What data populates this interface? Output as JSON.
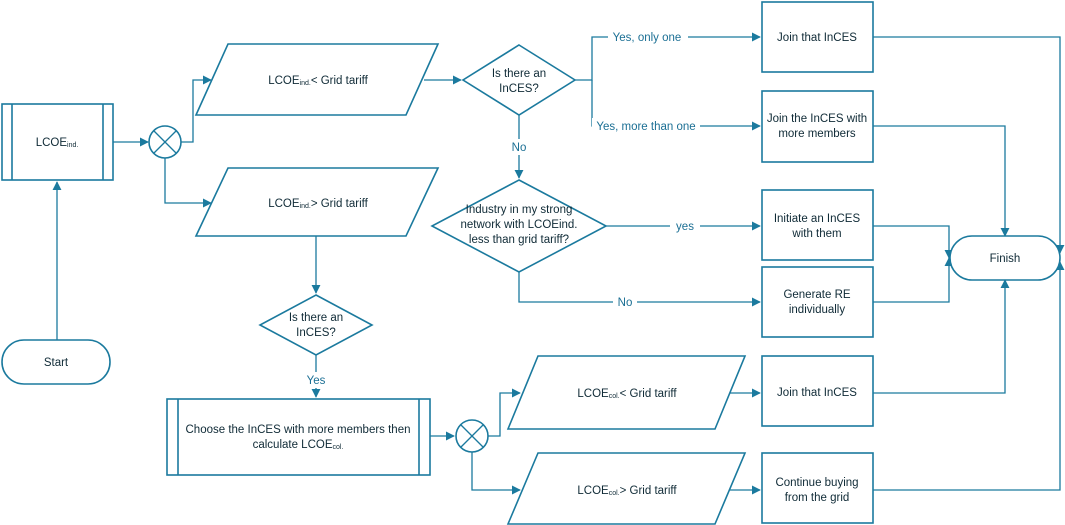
{
  "nodes": {
    "lcoe_ind": {
      "main": "LCOE",
      "sub": "ind."
    },
    "lt_grid": {
      "main": "LCOE",
      "sub": "ind.",
      "rest": "< Grid tariff"
    },
    "gt_grid": {
      "main": "LCOE",
      "sub": "ind.",
      "rest": "> Grid tariff"
    },
    "start": {
      "label": "Start"
    },
    "q_incs_top": {
      "line1": "Is there an",
      "line2": "InCES?"
    },
    "q_industry": {
      "line1": "Industry in my strong",
      "line2": "network with LCOEind.",
      "line3": "less than grid tariff?"
    },
    "join_incs_top": {
      "label": "Join that InCES"
    },
    "join_more": {
      "line1": "Join the InCES with",
      "line2": "more members"
    },
    "initiate": {
      "line1": "Initiate an InCES",
      "line2": "with them"
    },
    "generate": {
      "line1": "Generate RE",
      "line2": "individually"
    },
    "finish": {
      "label": "Finish"
    },
    "q_incs_bottom": {
      "line1": "Is there an",
      "line2": "InCES?"
    },
    "choose": {
      "line1": "Choose the InCES with more members then",
      "line2": "calculate LCOE",
      "sub": "col."
    },
    "col_lt": {
      "main": "LCOE",
      "sub": "col.",
      "rest": "< Grid tariff"
    },
    "col_gt": {
      "main": "LCOE",
      "sub": "col.",
      "rest": "> Grid tariff"
    },
    "join_incs_bottom": {
      "label": "Join that InCES"
    },
    "continue": {
      "line1": "Continue buying",
      "line2": "from the grid"
    }
  },
  "edges": {
    "yes_only_one": "Yes, only one",
    "yes_more_than_one": "Yes, more than one",
    "no_top": "No",
    "yes_industry": "yes",
    "no_industry": "No",
    "yes_bottom": "Yes"
  }
}
